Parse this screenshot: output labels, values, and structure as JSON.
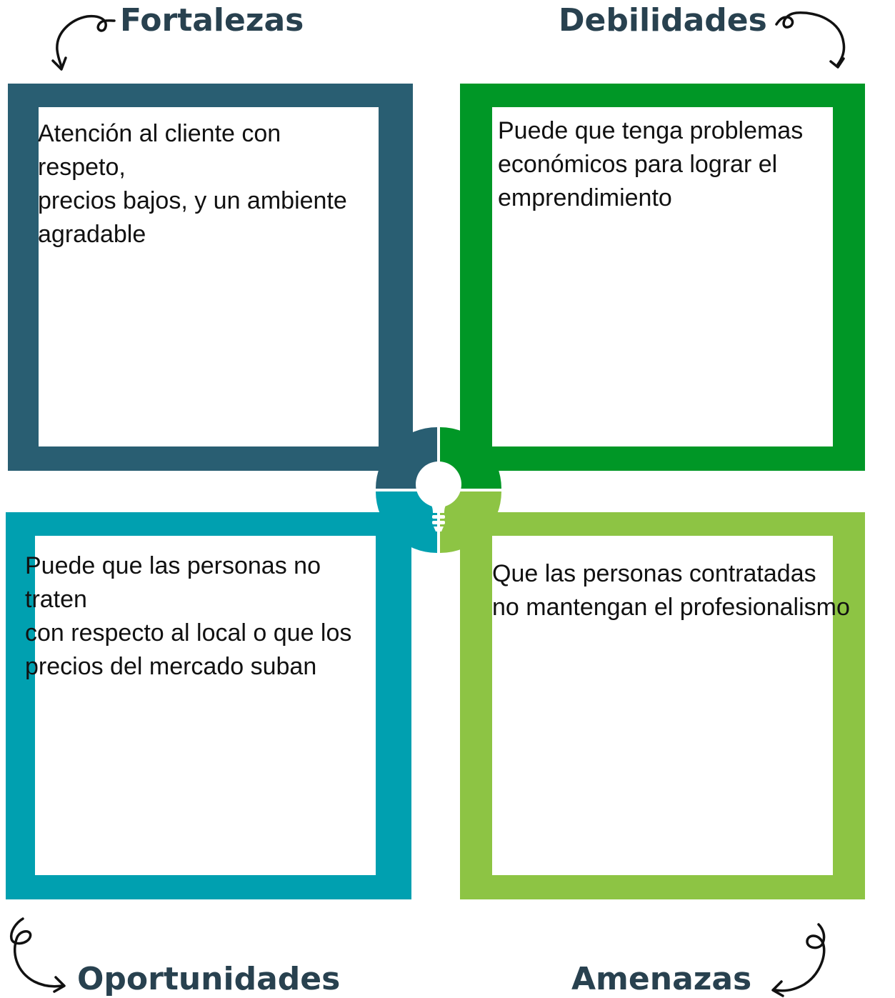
{
  "colors": {
    "title": "#28414f",
    "fortalezas": "#295e72",
    "debilidades": "#009726",
    "oportunidades": "#00a0b0",
    "amenazas": "#8dc444"
  },
  "quadrants": {
    "fortalezas": {
      "title": "Fortalezas",
      "text": "Atención al cliente con\nrespeto,\nprecios bajos, y un ambiente\nagradable"
    },
    "debilidades": {
      "title": "Debilidades",
      "text": "Puede que tenga problemas\neconómicos para lograr el\nemprendimiento"
    },
    "oportunidades": {
      "title": "Oportunidades",
      "text": "Puede que las personas no\ntraten\ncon respecto al local o que los\nprecios del mercado suban"
    },
    "amenazas": {
      "title": "Amenazas",
      "text": "Que las personas contratadas\nno mantengan el profesionalismo"
    }
  },
  "icons": {
    "center": "lightbulb-icon",
    "arrows": [
      "curly-arrow-icon"
    ]
  }
}
